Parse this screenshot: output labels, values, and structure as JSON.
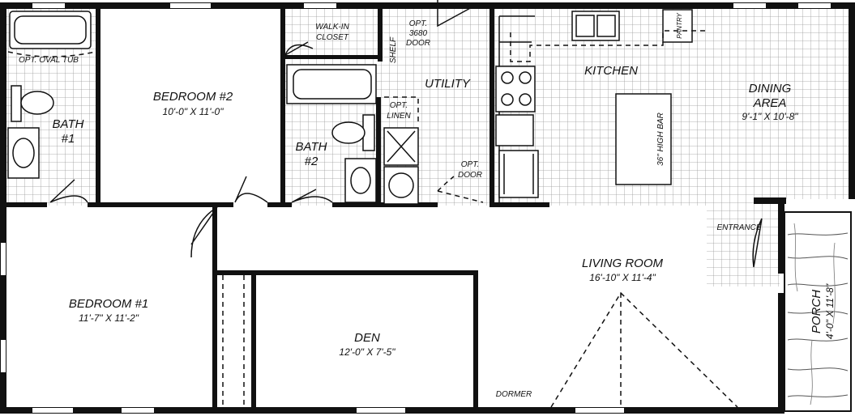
{
  "rooms": {
    "bedroom2": {
      "name": "BEDROOM #2",
      "dim": "10'-0\" X 11'-0\""
    },
    "bedroom1": {
      "name": "BEDROOM #1",
      "dim": "11'-7\" X 11'-2\""
    },
    "living": {
      "name": "LIVING ROOM",
      "dim": "16'-10\" X 11'-4\""
    },
    "den": {
      "name": "DEN",
      "dim": "12'-0\" X 7'-5\""
    },
    "dining": {
      "name1": "DINING",
      "name2": "AREA",
      "dim": "9'-1\" X 10'-8\""
    },
    "kitchen": {
      "name": "KITCHEN"
    },
    "utility": {
      "name": "UTILITY"
    },
    "bath1": {
      "name1": "BATH",
      "name2": "#1"
    },
    "bath2": {
      "name1": "BATH",
      "name2": "#2"
    },
    "porch": {
      "name": "PORCH",
      "dim": "4'-0\" X 11'-8\""
    }
  },
  "notes": {
    "oval_tub": "OPT. OVAL TUB",
    "walkin_1": "WALK-IN",
    "walkin_2": "CLOSET",
    "door3680_1": "OPT.",
    "door3680_2": "3680",
    "door3680_3": "DOOR",
    "shelf": "SHELF",
    "linen_1": "OPT.",
    "linen_2": "LINEN",
    "optdoor_1": "OPT.",
    "optdoor_2": "DOOR",
    "pantry": "PANTRY",
    "highbar": "36\" HIGH BAR",
    "entrance": "ENTRANCE",
    "dormer": "DORMER"
  }
}
